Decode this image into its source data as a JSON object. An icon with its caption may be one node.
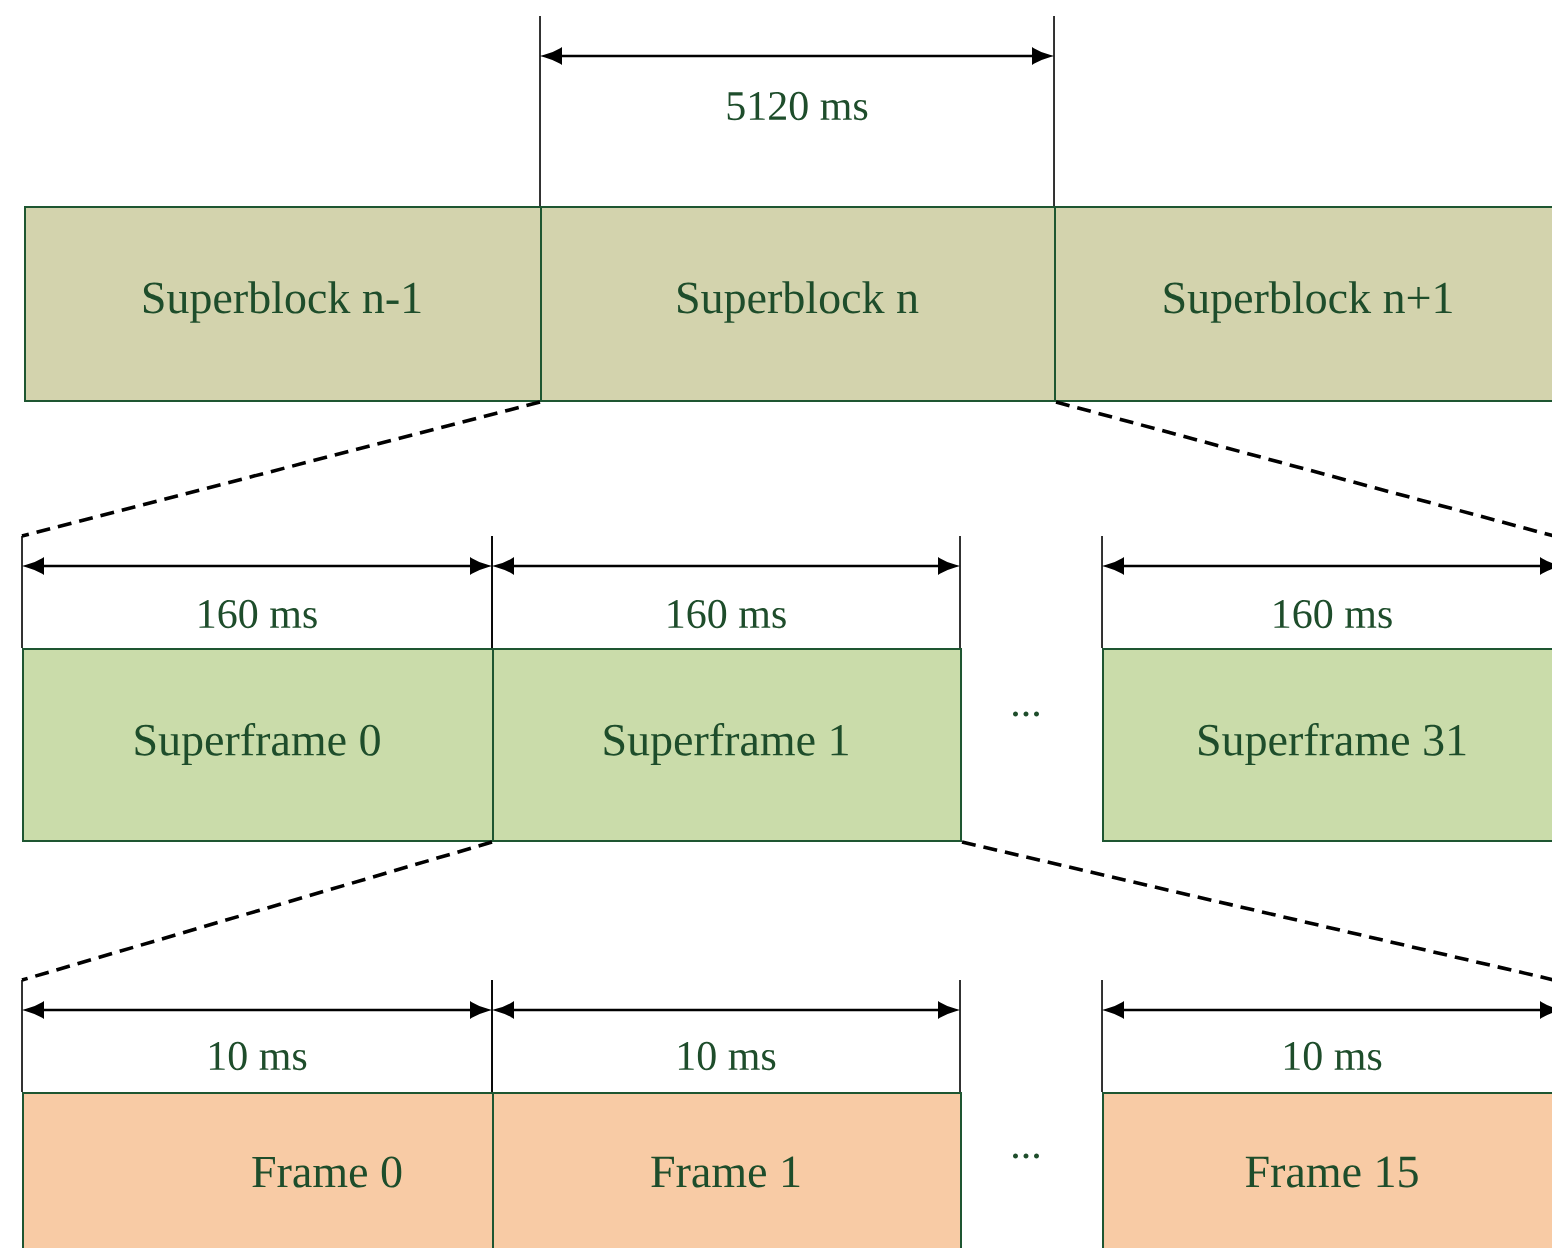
{
  "diagram": {
    "nodes": [
      {
        "text": [
          "Superblock n-1"
        ]
      },
      {
        "text": [
          "Superblock n"
        ],
        "beside": [
          "5120 ms"
        ]
      },
      {
        "text": [
          "Superblock n+1"
        ]
      },
      {
        "text": [
          "Superframe 0"
        ],
        "beside": [
          "160 ms"
        ]
      },
      {
        "text": [
          "Superframe 1"
        ],
        "beside": [
          "160 ms"
        ]
      },
      {
        "text": [
          "Superframe 31"
        ],
        "beside": [
          "160 ms"
        ]
      },
      {
        "text": [
          "Frame 0"
        ],
        "beside": [
          "10 ms"
        ]
      },
      {
        "text": [
          "Frame 1"
        ],
        "beside": [
          "10 ms"
        ]
      },
      {
        "text": [
          "Frame 15"
        ],
        "beside": [
          "10 ms"
        ]
      }
    ],
    "edges": [
      {
        "from": 1,
        "to": 3,
        "arrow": "none",
        "style": "dashed"
      },
      {
        "from": 1,
        "to": 5,
        "arrow": "none",
        "style": "dashed"
      },
      {
        "from": 4,
        "to": 6,
        "arrow": "none",
        "style": "dashed"
      },
      {
        "from": 4,
        "to": 8,
        "arrow": "none",
        "style": "dashed"
      }
    ],
    "labels": [
      "...",
      "..."
    ]
  }
}
